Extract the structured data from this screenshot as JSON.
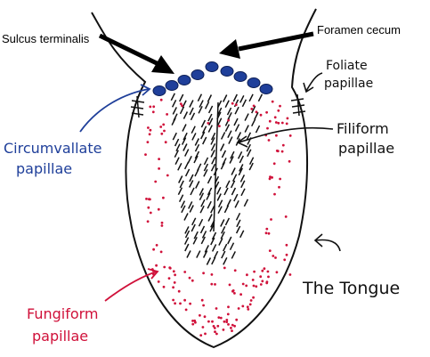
{
  "labels": {
    "sulcus_terminalis": "Sulcus terminalis",
    "foramen_cecum": "Foramen cecum",
    "foliate_line1": "Foliate",
    "foliate_line2": "papillae",
    "filiform_line1": "Filiform",
    "filiform_line2": "papillae",
    "circumvallate_line1": "Circumvallate",
    "circumvallate_line2": "papillae",
    "fungiform_line1": "Fungiform",
    "fungiform_line2": "papillae",
    "title": "The Tongue"
  },
  "colors": {
    "outline": "#111111",
    "circumvallate": "#1f3f9a",
    "fungiform": "#d0113a",
    "filiform": "#111111"
  }
}
